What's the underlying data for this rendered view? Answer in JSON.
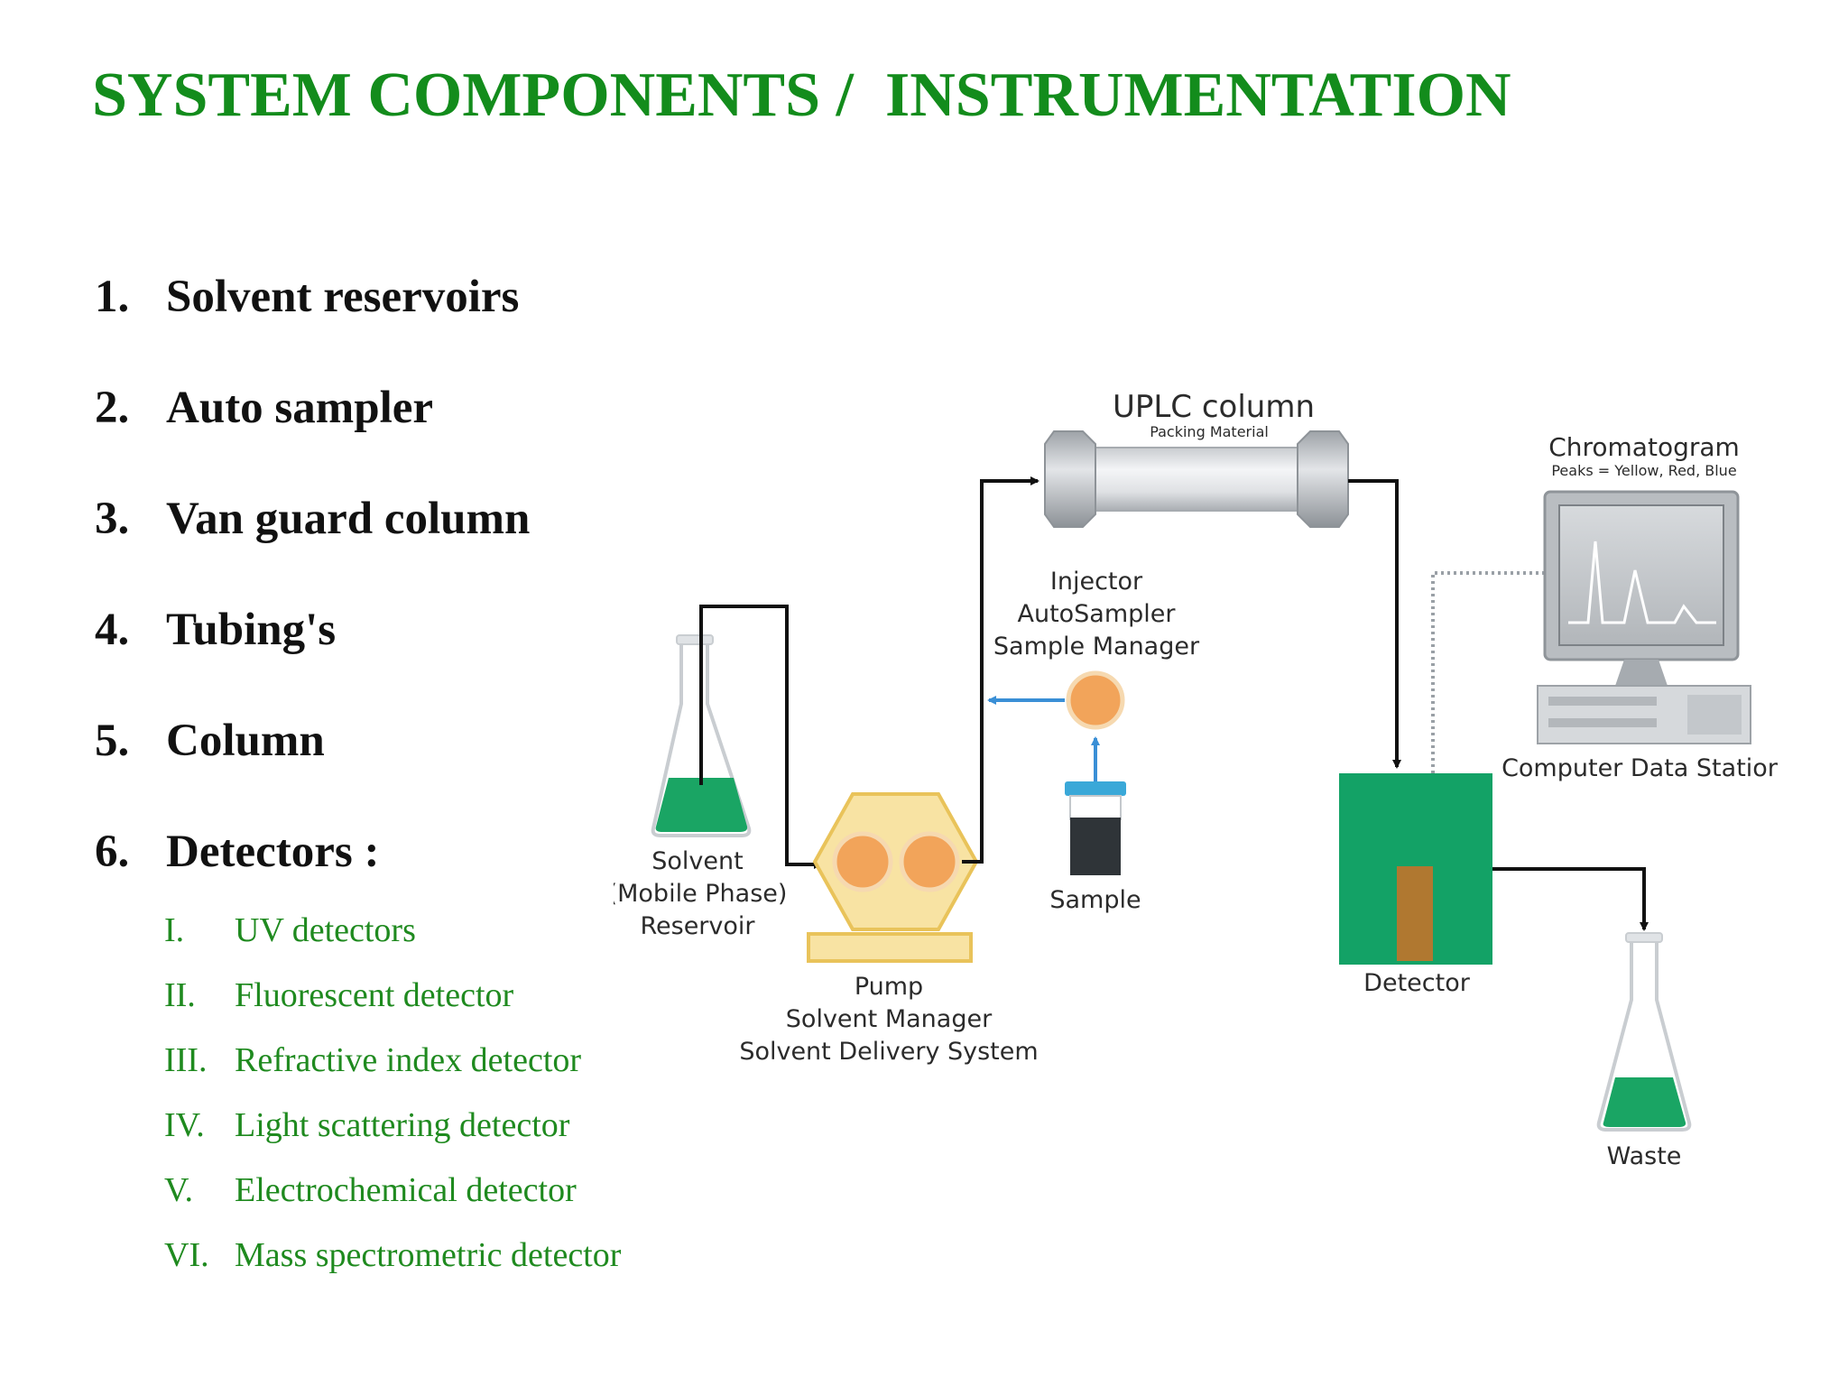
{
  "title": "SYSTEM COMPONENTS /  INSTRUMENTATION",
  "components": [
    {
      "number": "1.",
      "label": "Solvent reservoirs"
    },
    {
      "number": "2.",
      "label": "Auto sampler"
    },
    {
      "number": "3.",
      "label": "Van guard column"
    },
    {
      "number": "4.",
      "label": "Tubing's"
    },
    {
      "number": "5.",
      "label": "Column"
    },
    {
      "number": "6.",
      "label": "Detectors :"
    }
  ],
  "detectors": [
    {
      "number": "I.",
      "label": "UV detectors"
    },
    {
      "number": "II.",
      "label": "Fluorescent detector"
    },
    {
      "number": "III.",
      "label": "Refractive index detector"
    },
    {
      "number": "IV.",
      "label": "Light scattering detector"
    },
    {
      "number": "V.",
      "label": "Electrochemical detector"
    },
    {
      "number": "VI.",
      "label": "Mass spectrometric detector"
    }
  ],
  "diagram": {
    "column_title": "UPLC column",
    "column_subtitle": "Packing Material",
    "chromatogram_title": "Chromatogram",
    "chromatogram_subtitle": "Peaks = Yellow, Red, Blue",
    "injector_lines": [
      "Injector",
      "AutoSampler",
      "Sample Manager"
    ],
    "solvent_lines": [
      "Solvent",
      "(Mobile Phase)",
      "Reservoir"
    ],
    "pump_lines": [
      "Pump",
      "Solvent Manager",
      "Solvent Delivery System"
    ],
    "sample_label": "Sample",
    "detector_label": "Detector",
    "computer_label": "Computer Data Station",
    "waste_label": "Waste"
  },
  "colors": {
    "title_green": "#138c1c",
    "sub_green": "#1f8a1f",
    "liquid_green": "#1aa564",
    "detector_green": "#13a266",
    "detector_window": "#b07830",
    "pump_yellow": "#f5d67a",
    "pump_orange": "#f2a45a",
    "sample_orange": "#f2a45a",
    "arrow_blue": "#3a8fd6"
  },
  "icons": [
    "flask-icon",
    "pump-icon",
    "column-icon",
    "injector-icon",
    "vial-icon",
    "detector-icon",
    "computer-icon",
    "waste-flask-icon"
  ]
}
